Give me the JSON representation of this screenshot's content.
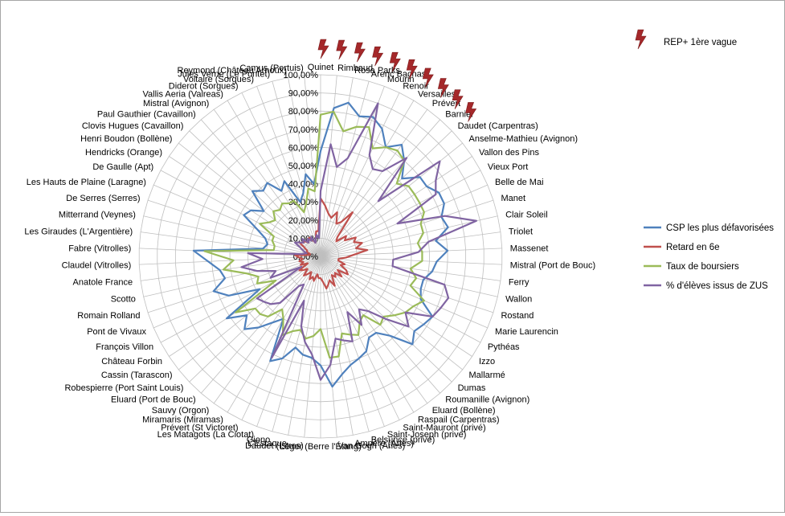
{
  "chart_data": {
    "type": "radar",
    "ylim": [
      0,
      100
    ],
    "tick_labels": [
      "0,00%",
      "10,00%",
      "20,00%",
      "30,00%",
      "40,00%",
      "50,00%",
      "60,00%",
      "70,00%",
      "80,00%",
      "90,00%",
      "100,00%"
    ],
    "categories": [
      "Quinet",
      "Rimbaud",
      "Rosa Parks",
      "Arenc Bachas",
      "Mourin",
      "Renoir",
      "Versailles",
      "Prévert",
      "Barnier",
      "Daudet (Carpentras)",
      "Anselme-Mathieu (Avignon)",
      "Vallon des Pins",
      "Vieux Port",
      "Belle de Mai",
      "Manet",
      "Clair Soleil",
      "Triolet",
      "Massenet",
      "Mistral (Port de Bouc)",
      "Ferry",
      "Wallon",
      "Rostand",
      "Marie Laurencin",
      "Pythéas",
      "Izzo",
      "Mallarmé",
      "Dumas",
      "Roumanille (Avignon)",
      "Eluard (Bollène)",
      "Raspail (Carpentras)",
      "Saint-Mauront (privé)",
      "Saint-Joseph (privé)",
      "Belsunce (privé)",
      "Ampère (Arles)",
      "Van Gogh (Arles)",
      "Léger (Berre l'Étang)",
      "Daudet (Istres)",
      "L'Estaque",
      "Giono",
      "Les Matagots (La Ciotat)",
      "Prévert (St Victoret)",
      "Miramaris (Miramas)",
      "Sauvy (Orgon)",
      "Eluard (Port de Bouc)",
      "Robespierre (Port Saint Louis)",
      "Cassin (Tarascon)",
      "Château Forbin",
      "François Villon",
      "Pont de Vivaux",
      "Romain Rolland",
      "Scotto",
      "Anatole France",
      "Claudel (Vitrolles)",
      "Fabre (Vitrolles)",
      "Les Giraudes (L'Argentière)",
      "Mitterrand (Veynes)",
      "De Serres (Serres)",
      "Les Hauts de Plaine (Laragne)",
      "De Gaulle (Apt)",
      "Hendricks (Orange)",
      "Henri Boudon (Bollène)",
      "Clovis Hugues (Cavaillon)",
      "Paul Gauthier (Cavaillon)",
      "Mistral (Avignon)",
      "Vallis Aeria (Valreas)",
      "Diderot (Sorgues)",
      "Voltaire (Sorgues)",
      "Jules Verne (Le Pontet)",
      "Reymond (Château Arnoux)",
      "Camus (Pertuis)"
    ],
    "series": [
      {
        "name": "CSP les plus défavorisées",
        "color": "#4f81bd",
        "values": [
          58,
          82,
          86,
          80,
          82,
          78,
          70,
          76,
          70,
          62,
          70,
          70,
          74,
          74,
          70,
          72,
          64,
          70,
          64,
          62,
          58,
          58,
          60,
          70,
          68,
          66,
          70,
          58,
          52,
          52,
          58,
          60,
          62,
          66,
          72,
          60,
          56,
          55,
          52,
          60,
          64,
          40,
          45,
          52,
          58,
          52,
          62,
          38,
          55,
          62,
          54,
          56,
          62,
          70,
          32,
          30,
          32,
          38,
          48,
          46,
          40,
          52,
          48,
          50,
          42,
          46,
          32,
          36,
          46,
          40
        ],
        "labels": [
          "Quinet",
          "Rimbaud",
          "Rosa Parks",
          "Arenc Bachas",
          "Mourin",
          "Renoir",
          "Versailles",
          "Prévert",
          "Barnier",
          "Daudet (Carpentras)",
          "Anselme-Mathieu (Avignon)",
          "Vallon des Pins",
          "Vieux Port",
          "Belle de Mai",
          "Manet",
          "Clair Soleil",
          "Triolet",
          "Massenet",
          "Mistral (Port de Bouc)",
          "Ferry",
          "Wallon",
          "Rostand",
          "Marie Laurencin",
          "Pythéas",
          "Izzo",
          "Mallarmé",
          "Dumas",
          "Roumanille (Avignon)",
          "Eluard (Bollène)",
          "Raspail (Carpentras)",
          "Saint-Mauront (privé)",
          "Saint-Joseph (privé)",
          "Belsunce (privé)",
          "Ampère (Arles)",
          "Van Gogh (Arles)",
          "Léger (Berre l'Étang)",
          "Daudet (Istres)",
          "L'Estaque",
          "Giono",
          "Les Matagots (La Ciotat)",
          "Prévert (St Victoret)",
          "Miramaris (Miramas)",
          "Sauvy (Orgon)",
          "Eluard (Port de Bouc)",
          "Robespierre (Port Saint Louis)",
          "Cassin (Tarascon)",
          "Château Forbin",
          "François Villon",
          "Pont de Vivaux",
          "Romain Rolland",
          "Scotto",
          "Anatole France",
          "Claudel (Vitrolles)",
          "Fabre (Vitrolles)",
          "Les Giraudes (L'Argentière)",
          "Mitterrand (Veynes)",
          "De Serres (Serres)",
          "Les Hauts de Plaine (Laragne)",
          "De Gaulle (Apt)",
          "Hendricks (Orange)",
          "Henri Boudon (Bollène)",
          "Clovis Hugues (Cavaillon)",
          "Paul Gauthier (Cavaillon)",
          "Mistral (Avignon)",
          "Vallis Aeria (Valreas)",
          "Diderot (Sorgues)",
          "Voltaire (Sorgues)",
          "Jules Verne (Le Pontet)",
          "Reymond (Château Arnoux)",
          "Camus (Pertuis)"
        ]
      },
      {
        "name": "Retard en 6e",
        "color": "#c0504d",
        "values": [
          32,
          28,
          24,
          22,
          26,
          20,
          22,
          30,
          14,
          12,
          18,
          16,
          22,
          20,
          24,
          20,
          26,
          18,
          14,
          10,
          10,
          14,
          12,
          16,
          18,
          12,
          16,
          12,
          14,
          12,
          18,
          14,
          16,
          18,
          14,
          12,
          12,
          10,
          14,
          12,
          14,
          10,
          12,
          14,
          10,
          12,
          14,
          8,
          12,
          10,
          12,
          10,
          12,
          14,
          6,
          6,
          8,
          8,
          10,
          14,
          12,
          12,
          10,
          12,
          12,
          10,
          8,
          10,
          14,
          14
        ]
      },
      {
        "name": "Taux de boursiers",
        "color": "#9bbb59",
        "values": [
          78,
          80,
          70,
          74,
          76,
          66,
          70,
          72,
          70,
          58,
          62,
          62,
          62,
          62,
          58,
          58,
          54,
          56,
          56,
          50,
          54,
          52,
          62,
          58,
          56,
          52,
          48,
          50,
          40,
          42,
          48,
          46,
          44,
          56,
          56,
          40,
          44,
          46,
          42,
          44,
          48,
          40,
          36,
          44,
          46,
          46,
          56,
          28,
          38,
          36,
          42,
          54,
          48,
          64,
          26,
          26,
          28,
          28,
          38,
          34,
          32,
          36,
          34,
          36,
          34,
          34,
          26,
          30,
          38,
          36
        ]
      },
      {
        "name": "% d'élèves issus de ZUS",
        "color": "#8064a2",
        "values": [
          36,
          62,
          50,
          56,
          90,
          62,
          56,
          58,
          72,
          44,
          84,
          76,
          72,
          46,
          72,
          88,
          60,
          54,
          40,
          40,
          70,
          74,
          72,
          70,
          56,
          62,
          50,
          40,
          36,
          44,
          34,
          50,
          48,
          46,
          60,
          68,
          54,
          48,
          40,
          26,
          62,
          18,
          20,
          34,
          38,
          40,
          42,
          12,
          30,
          26,
          36,
          44,
          32,
          40,
          10,
          8,
          10,
          12,
          16,
          14,
          12,
          14,
          10,
          12,
          10,
          12,
          8,
          10,
          12,
          10
        ]
      }
    ],
    "marker": {
      "label": "REP+ 1ère vague",
      "categories": [
        "Quinet",
        "Rimbaud",
        "Rosa Parks",
        "Arenc Bachas",
        "Mourin",
        "Renoir",
        "Versailles",
        "Prévert",
        "Barnier",
        "Daudet (Carpentras)"
      ]
    }
  }
}
